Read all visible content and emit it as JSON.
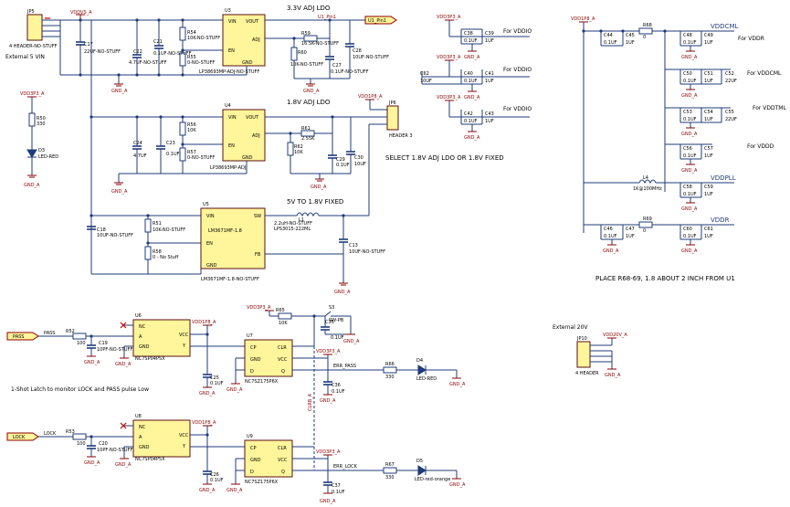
{
  "labels": {
    "ldo33_title": "3.3V ADJ LDO",
    "ldo18_title": "1.8V ADJ LDO",
    "sw_title": "5V TO 1.8V FIXED",
    "select_note": "SELECT 1.8V ADJ LDO OR 1.8V FIXED",
    "place_note": "PLACE R68-69, 1.8 ABOUT 2 INCH FROM U1",
    "latch_note": "1-Shot Latch to monitor LOCK and PASS pulse Low",
    "ext15": "External 5 VIN",
    "ext20": "External 20V"
  },
  "nets": {
    "vddvs_a": "VDDVS_A",
    "vdd3p3_a": "VDD3P3_A",
    "vdd1p8_a": "VDD1P8_A",
    "vddcml": "VDDCML",
    "vddr": "VDDR",
    "vddpll": "VDDPLL",
    "vdd20v_a": "VDD20V_A",
    "gnd_a": "GND_A",
    "u1_pin1": "U1_Pin1",
    "err_pass": "ERR_PASS",
    "err_lock": "ERR_LOCK",
    "pass": "PASS",
    "lock": "LOCK",
    "clrb_a": "CLRB_A"
  },
  "for_labels": {
    "vddio": "For VDDIO",
    "vddr": "For VDDR",
    "vddcml": "For VDDCML",
    "vddtml": "For VDDTML",
    "vddd": "For VDDD"
  },
  "parts": {
    "jp5": "JP5",
    "jp5_val": "4 HEADER-NO-STUFF",
    "c17": "C17",
    "c17_val": "22UF-NO-STUFF",
    "c22": "C22",
    "c22_val": "4.7UF-NO-STUFF",
    "c21": "C21",
    "c21_val": "0.1UF-NO-STUFF",
    "r54": "R54",
    "r54_val": "10K-NO-STUFF",
    "r55": "R55",
    "r55_val": "0-NO-STUFF",
    "u3": "U3",
    "u3_val": "LP38693MP-ADJ-NO-STUFF",
    "r59": "R59",
    "r59_val": "16.5K-NO-STUFF",
    "r60": "R60",
    "r60_val": "10K-NO-STUFF",
    "c27": "C27",
    "c27_val": "0.1UF-NO-STUFF",
    "c28": "C28",
    "c28_val": "10UF-NO-STUFF",
    "r50": "R50",
    "r50_val": "330",
    "d3": "D3",
    "d3_val": "LED-RED",
    "c24": "C24",
    "c24_val": "4.7UF",
    "c23": "C23",
    "c23_val": "0.1UF",
    "r56": "R56",
    "r56_val": "10K",
    "r57": "R57",
    "r57_val": "0-NO-STUFF",
    "u4": "U4",
    "u4_val": "LP38693MP-ADJ",
    "r61": "R61",
    "r61_val": "2.55K",
    "r62": "R62",
    "r62_val": "10K",
    "c29": "C29",
    "c29_val": "0.1UF",
    "c30": "C30",
    "c30_val": "10UF",
    "jp6": "JP6",
    "jp6_val": "HEADER 3",
    "u5": "U5",
    "u5_val": "LM3671MF-1.8",
    "u5_nostuff": "LM3671MF-1.8-NO-STUFF",
    "c18": "C18",
    "c18_val": "10UF-NO-STUFF",
    "r51": "R51",
    "r51_val": "10K-NO-STUFF",
    "r58": "R58",
    "r58_val": "0 - No Stuff",
    "l1": "L1",
    "l1_val": "2.2uH-NO-STUFF",
    "l1_val2": "LPS3015-222ML",
    "c13": "C13",
    "c13_val": "10UF-NO-STUFF",
    "c38": "C38",
    "c38_val": "0.1UF",
    "c39": "C39",
    "c39_val": "1UF",
    "c62": "C62",
    "c62_val": "10UF",
    "c40": "C40",
    "c40_val": "0.1UF",
    "c41": "C41",
    "c41_val": "1UF",
    "c42": "C42",
    "c42_val": "0.1UF",
    "c43": "C43",
    "c43_val": "1UF",
    "r68": "R68",
    "r68_val": "0",
    "c44": "C44",
    "c44_val": "0.1UF",
    "c45": "C45",
    "c45_val": "1UF",
    "c48": "C48",
    "c48_val": "0.1UF",
    "c49": "C49",
    "c49_val": "1UF",
    "c50": "C50",
    "c50_val": "0.1UF",
    "c51": "C51",
    "c51_val": "1UF",
    "c52": "C52",
    "c52_val": "22UF",
    "c53": "C53",
    "c53_val": "0.1UF",
    "c54": "C54",
    "c54_val": "1UF",
    "c55": "C55",
    "c55_val": "22UF",
    "c56": "C56",
    "c56_val": "0.1UF",
    "c57": "C57",
    "c57_val": "1UF",
    "l4": "L4",
    "l4_val": "1K@100MHz",
    "c58": "C58",
    "c58_val": "0.1UF",
    "c59": "C59",
    "c59_val": "1UF",
    "r69": "R69",
    "r69_val": "0",
    "c46": "C46",
    "c46_val": "0.1UF",
    "c47": "C47",
    "c47_val": "1UF",
    "c60": "C60",
    "c60_val": "0.1UF",
    "c61": "C61",
    "c61_val": "1UF",
    "u6": "U6",
    "u6_val": "NC7SP04P5X",
    "r52": "R52",
    "r52_val": "100",
    "c19": "C19",
    "c19_val": "10PF-NO-STUFF",
    "c25": "C25",
    "c25_val": "0.1UF",
    "u7": "U7",
    "u7_val": "NC7SZ175P6X",
    "r65": "R65",
    "r65_val": "10K",
    "s3": "S3",
    "s3_val": "SW-PB",
    "c35": "C35",
    "c35_val": "0.1UF",
    "c36": "C36",
    "c36_val": "0.1UF",
    "r66": "R66",
    "r66_val": "330",
    "d4": "D4",
    "d4_val": "LED-RED",
    "u8": "U8",
    "u8_val": "NC7SP04P5X",
    "r53": "R53",
    "r53_val": "100",
    "c20": "C20",
    "c20_val": "10PF-NO-STUFF",
    "c26": "C26",
    "c26_val": "0.1UF",
    "u9": "U9",
    "u9_val": "NC7SZ175P6X",
    "c37": "C37",
    "c37_val": "0.1UF",
    "r67": "R67",
    "r67_val": "330",
    "d5": "D5",
    "d5_val": "LED-red-orange",
    "jp10": "JP10",
    "jp10_val": "4 HEADER"
  },
  "pins": {
    "vin": "VIN",
    "vout": "VOUT",
    "adj": "ADJ",
    "en": "EN",
    "gnd": "GND",
    "sw": "SW",
    "fb": "FB",
    "nc": "NC",
    "a": "A",
    "y": "Y",
    "vcc": "VCC",
    "cp": "CP",
    "clr": "CLR",
    "d": "D",
    "q": "Q"
  }
}
